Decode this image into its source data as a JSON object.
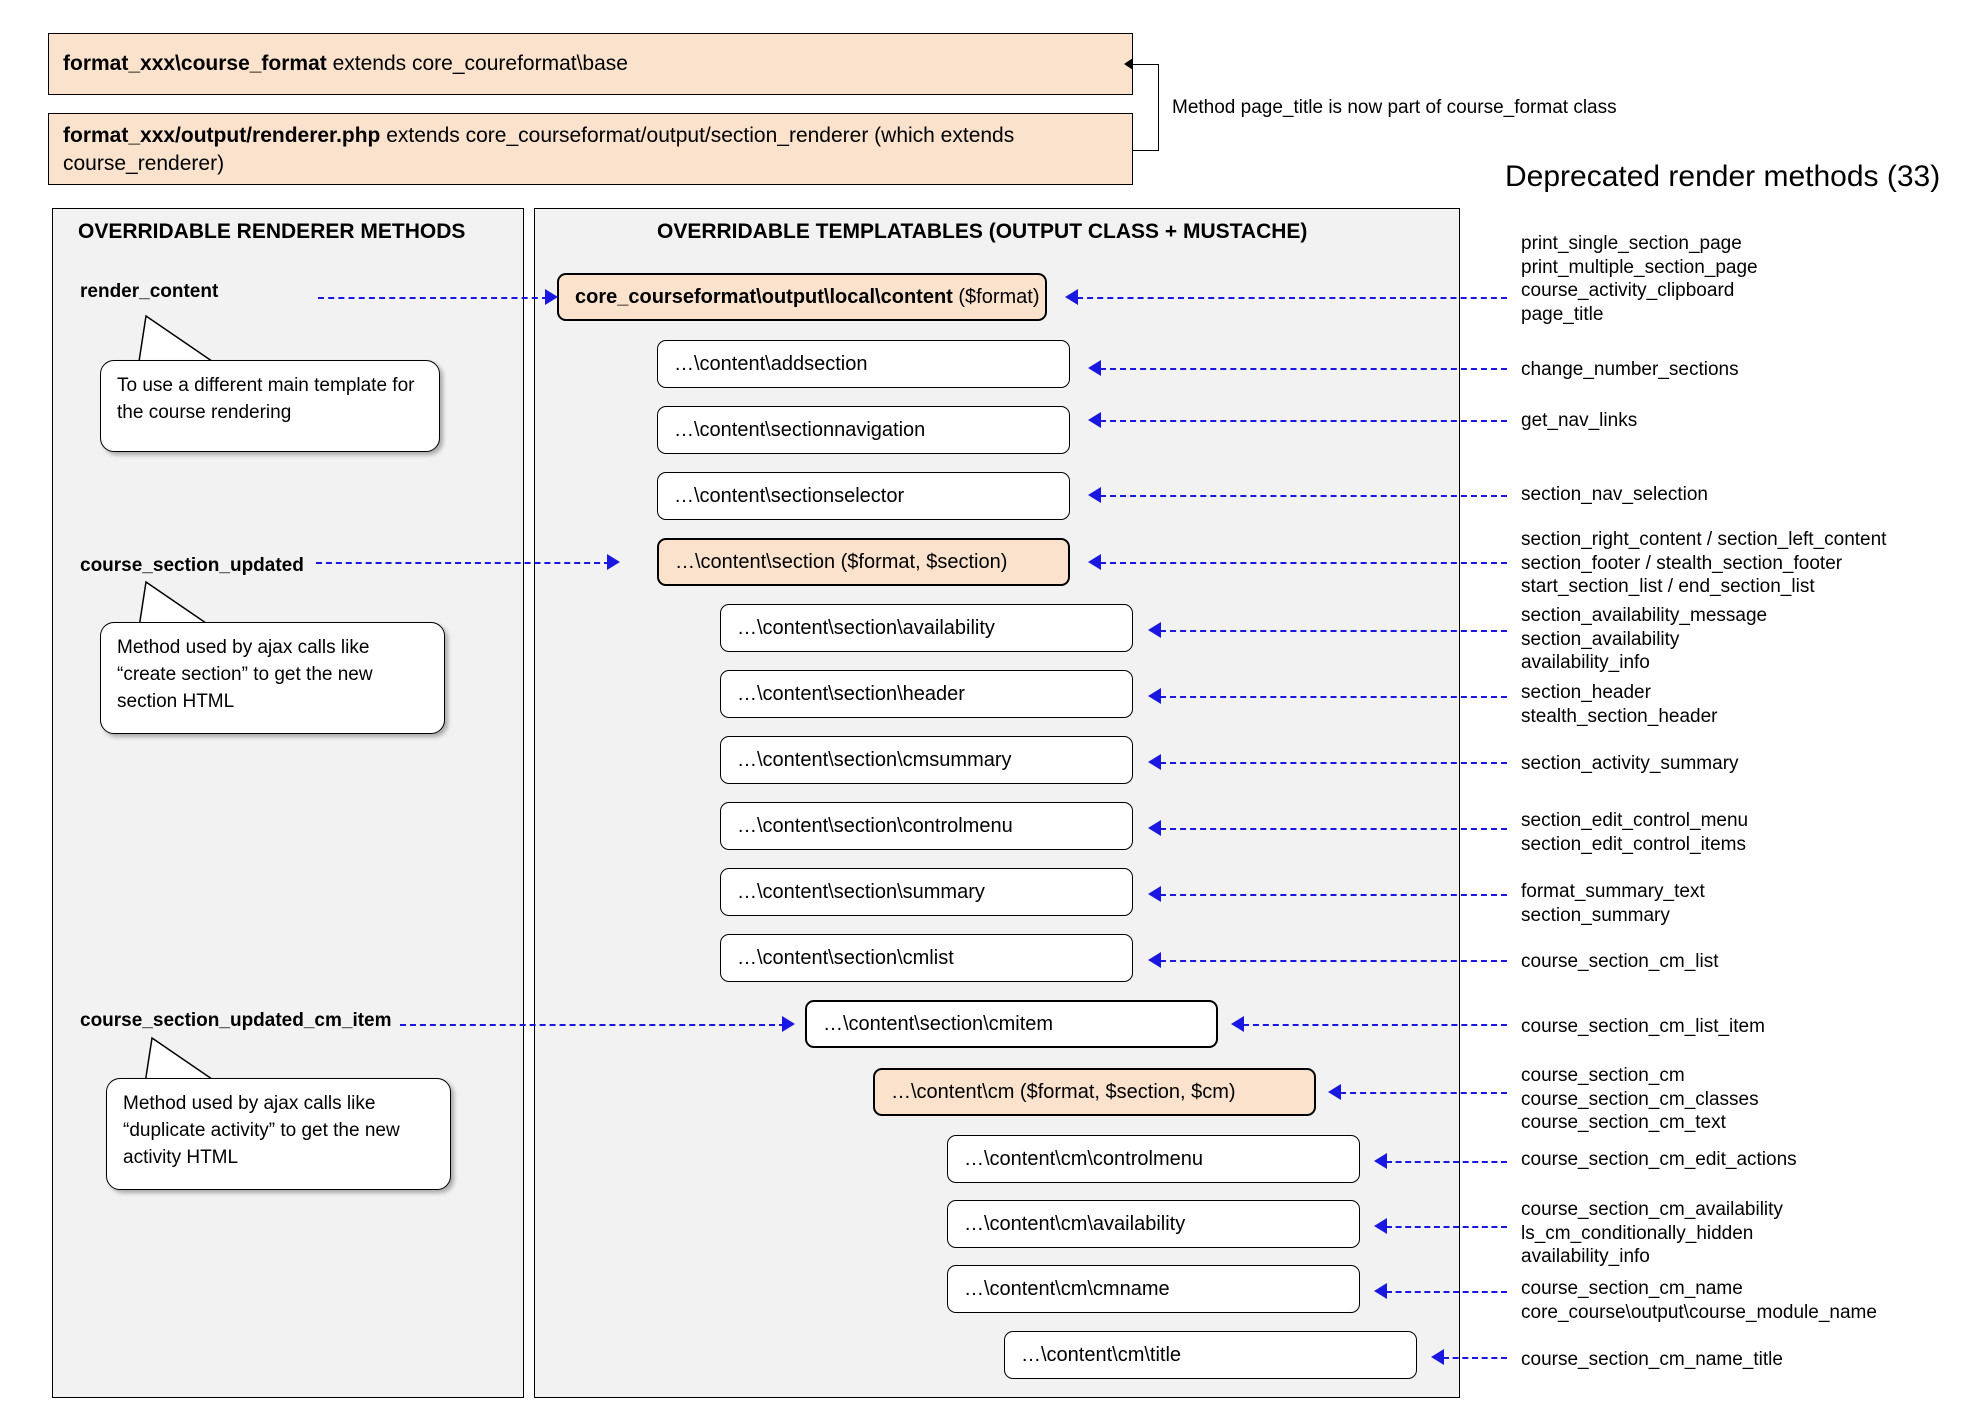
{
  "header": {
    "box1": {
      "bold": "format_xxx\\course_format",
      "rest": " extends core_coureformat\\base"
    },
    "box2": {
      "bold": "format_xxx/output/renderer.php",
      "rest": " extends core_courseformat/output/section_renderer (which extends course_renderer)"
    },
    "note": "Method page_title is now part of course_format class",
    "deprecated_title": "Deprecated render methods (33)"
  },
  "left_panel": {
    "title": "OVERRIDABLE RENDERER METHODS",
    "methods": [
      {
        "label": "render_content"
      },
      {
        "label": "course_section_updated"
      },
      {
        "label": "course_section_updated_cm_item"
      }
    ],
    "callouts": [
      "To use a different main template for the course rendering",
      "Method used by ajax calls like “create section” to get the new section HTML",
      "Method used by ajax calls like “duplicate activity” to get the new activity HTML"
    ]
  },
  "middle_panel": {
    "title": "OVERRIDABLE TEMPLATABLES (OUTPUT CLASS + MUSTACHE)",
    "boxes": [
      {
        "bold": "core_courseformat\\output\\local\\content",
        "rest": " ($format)"
      },
      {
        "bold": "",
        "rest": "…\\content\\addsection"
      },
      {
        "bold": "",
        "rest": "…\\content\\sectionnavigation"
      },
      {
        "bold": "",
        "rest": "…\\content\\sectionselector"
      },
      {
        "bold": "",
        "rest": "…\\content\\section ($format, $section)"
      },
      {
        "bold": "",
        "rest": "…\\content\\section\\availability"
      },
      {
        "bold": "",
        "rest": "…\\content\\section\\header"
      },
      {
        "bold": "",
        "rest": "…\\content\\section\\cmsummary"
      },
      {
        "bold": "",
        "rest": "…\\content\\section\\controlmenu"
      },
      {
        "bold": "",
        "rest": "…\\content\\section\\summary"
      },
      {
        "bold": "",
        "rest": "…\\content\\section\\cmlist"
      },
      {
        "bold": "",
        "rest": "…\\content\\section\\cmitem"
      },
      {
        "bold": "",
        "rest": "…\\content\\cm ($format, $section, $cm)"
      },
      {
        "bold": "",
        "rest": "…\\content\\cm\\controlmenu"
      },
      {
        "bold": "",
        "rest": "…\\content\\cm\\availability"
      },
      {
        "bold": "",
        "rest": "…\\content\\cm\\cmname"
      },
      {
        "bold": "",
        "rest": "…\\content\\cm\\title"
      }
    ]
  },
  "deprecated_groups": [
    {
      "lines": [
        "print_single_section_page",
        "print_multiple_section_page",
        "course_activity_clipboard",
        "page_title"
      ]
    },
    {
      "lines": [
        "change_number_sections"
      ]
    },
    {
      "lines": [
        "get_nav_links"
      ]
    },
    {
      "lines": [
        "section_nav_selection"
      ]
    },
    {
      "lines": [
        "section_right_content / section_left_content",
        "section_footer / stealth_section_footer",
        "start_section_list / end_section_list"
      ]
    },
    {
      "lines": [
        "section_availability_message",
        "section_availability",
        "availability_info"
      ]
    },
    {
      "lines": [
        "section_header",
        "stealth_section_header"
      ]
    },
    {
      "lines": [
        "section_activity_summary"
      ]
    },
    {
      "lines": [
        "section_edit_control_menu",
        "section_edit_control_items"
      ]
    },
    {
      "lines": [
        "format_summary_text",
        "section_summary"
      ]
    },
    {
      "lines": [
        "course_section_cm_list"
      ]
    },
    {
      "lines": [
        "course_section_cm_list_item"
      ]
    },
    {
      "lines": [
        "course_section_cm",
        "course_section_cm_classes",
        "course_section_cm_text"
      ]
    },
    {
      "lines": [
        "course_section_cm_edit_actions"
      ]
    },
    {
      "lines": [
        "course_section_cm_availability",
        "ls_cm_conditionally_hidden",
        "availability_info"
      ]
    },
    {
      "lines": [
        "course_section_cm_name",
        "core_course\\output\\course_module_name"
      ]
    },
    {
      "lines": [
        "course_section_cm_name_title"
      ]
    }
  ],
  "colors": {
    "accent_fill": "#fae2cd",
    "panel_fill": "#f2f2f2",
    "connector": "#1a18e0"
  }
}
